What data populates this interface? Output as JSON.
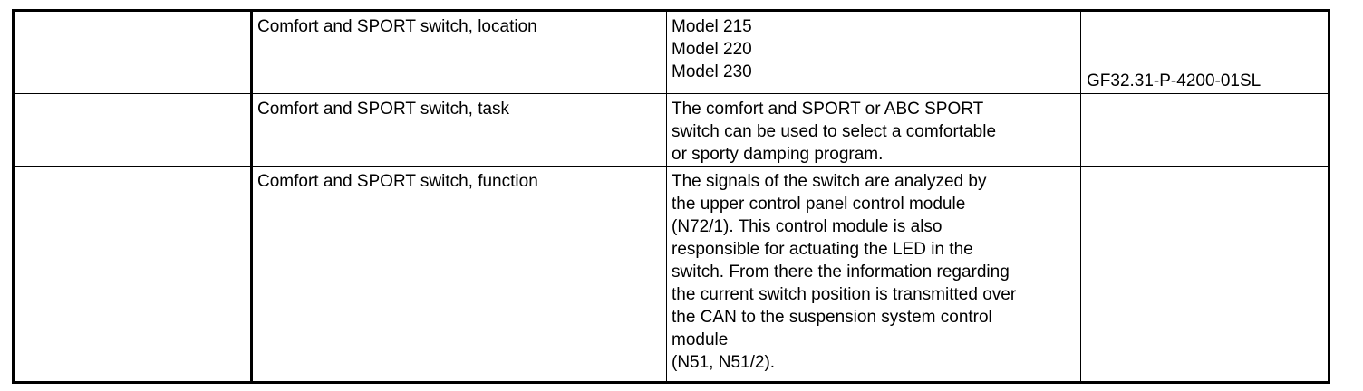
{
  "rows": [
    {
      "empty": "",
      "subject": "Comfort and SPORT switch, location",
      "models": [
        "Model 215",
        "Model 220",
        "Model 230"
      ],
      "ref": "GF32.31-P-4200-01SL"
    },
    {
      "empty": "",
      "subject": "Comfort and SPORT switch, task",
      "lines": [
        "The comfort and SPORT or ABC SPORT",
        "switch can be used to select a comfortable",
        "or sporty damping program."
      ],
      "ref": ""
    },
    {
      "empty": "",
      "subject": "Comfort and SPORT switch, function",
      "lines": [
        "The signals of the switch are analyzed by",
        "the upper control panel control module",
        "(N72/1). This control module is also",
        "responsible for actuating the LED in the",
        "switch. From there the information regarding",
        "the current switch position is transmitted over",
        "the CAN to the suspension system control",
        "module",
        "(N51, N51/2)."
      ],
      "ref": ""
    }
  ]
}
